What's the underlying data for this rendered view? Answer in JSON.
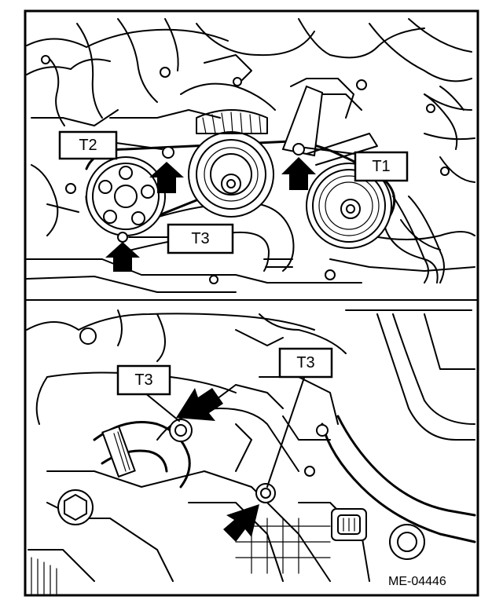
{
  "labels": {
    "t1": "T1",
    "t2": "T2",
    "t3_upper": "T3",
    "t3_lower_left": "T3",
    "t3_lower_right": "T3"
  },
  "figure_id": "ME-04446",
  "colors": {
    "line": "#000000",
    "background": "#ffffff"
  }
}
